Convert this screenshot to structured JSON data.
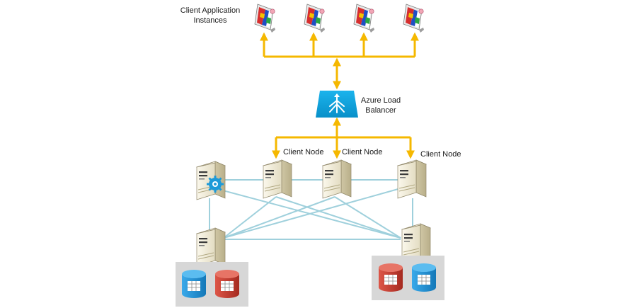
{
  "labels": {
    "client_apps": "Client Application\nInstances",
    "load_balancer": "Azure Load\nBalancer",
    "client_node_1": "Client Node",
    "client_node_2": "Client Node",
    "client_node_3": "Client Node"
  },
  "colors": {
    "arrow": "#f5b800",
    "mesh": "#9fd0dc",
    "load_balancer": "#0aa0dc",
    "db_blue": "#1c8fd4",
    "db_red": "#c63b2f",
    "db_panel": "#d7d7d7",
    "server_body": "#e9e2c8"
  },
  "icons": [
    "app-window-icon",
    "load-balancer-icon",
    "server-icon",
    "gear-icon",
    "database-icon"
  ]
}
